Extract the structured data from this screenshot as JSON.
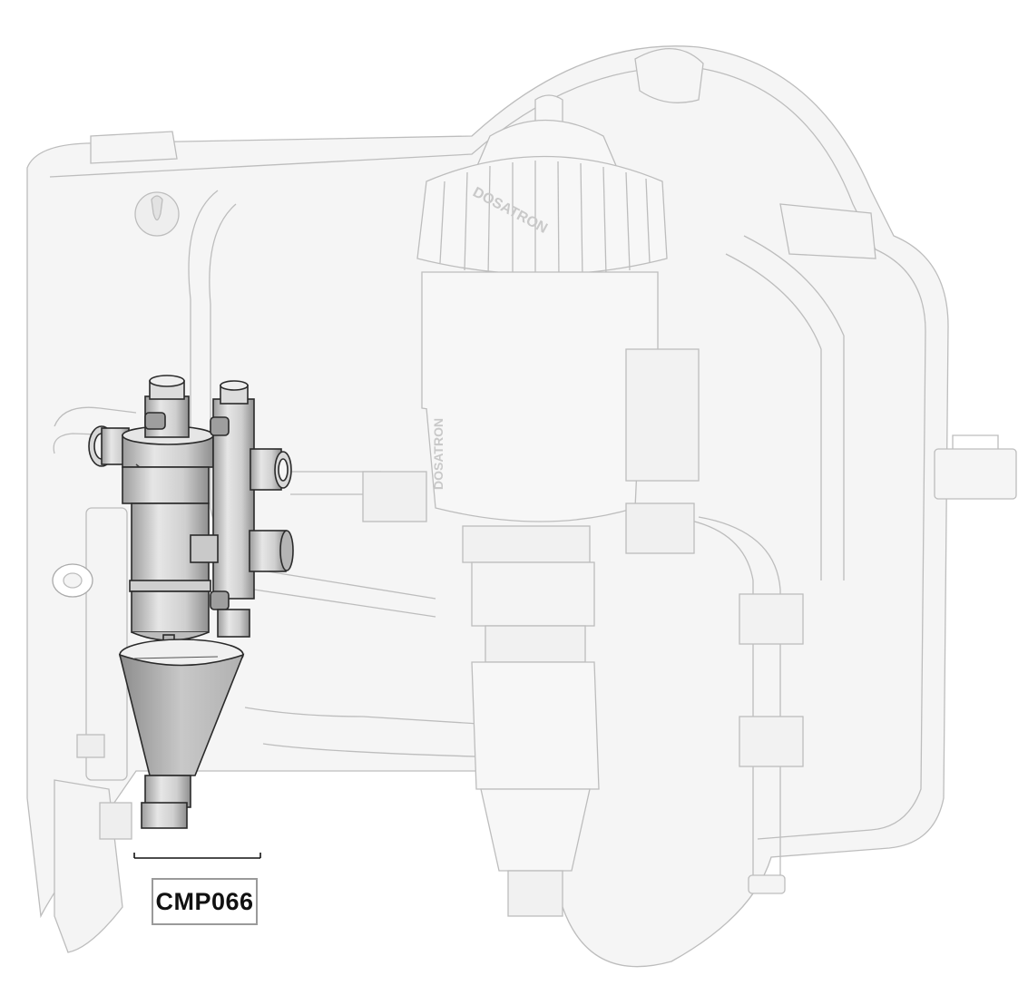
{
  "figure": {
    "part_label": "CMP066",
    "brand_text_top": "DOSATRON",
    "brand_text_side": "DOSATRON",
    "colors": {
      "ghost_line": "#bdbdbd",
      "ghost_fill": "#f4f4f4",
      "highlight_fill": "#d8d8d8",
      "highlight_dark": "#a9a9a9",
      "highlight_line": "#2a2a2a",
      "label_border": "#9a9a9a"
    },
    "icons": [
      "wall-panel-icon",
      "dosing-pump-icon",
      "filter-assembly-icon",
      "ball-valve-icon",
      "funnel-icon"
    ]
  }
}
